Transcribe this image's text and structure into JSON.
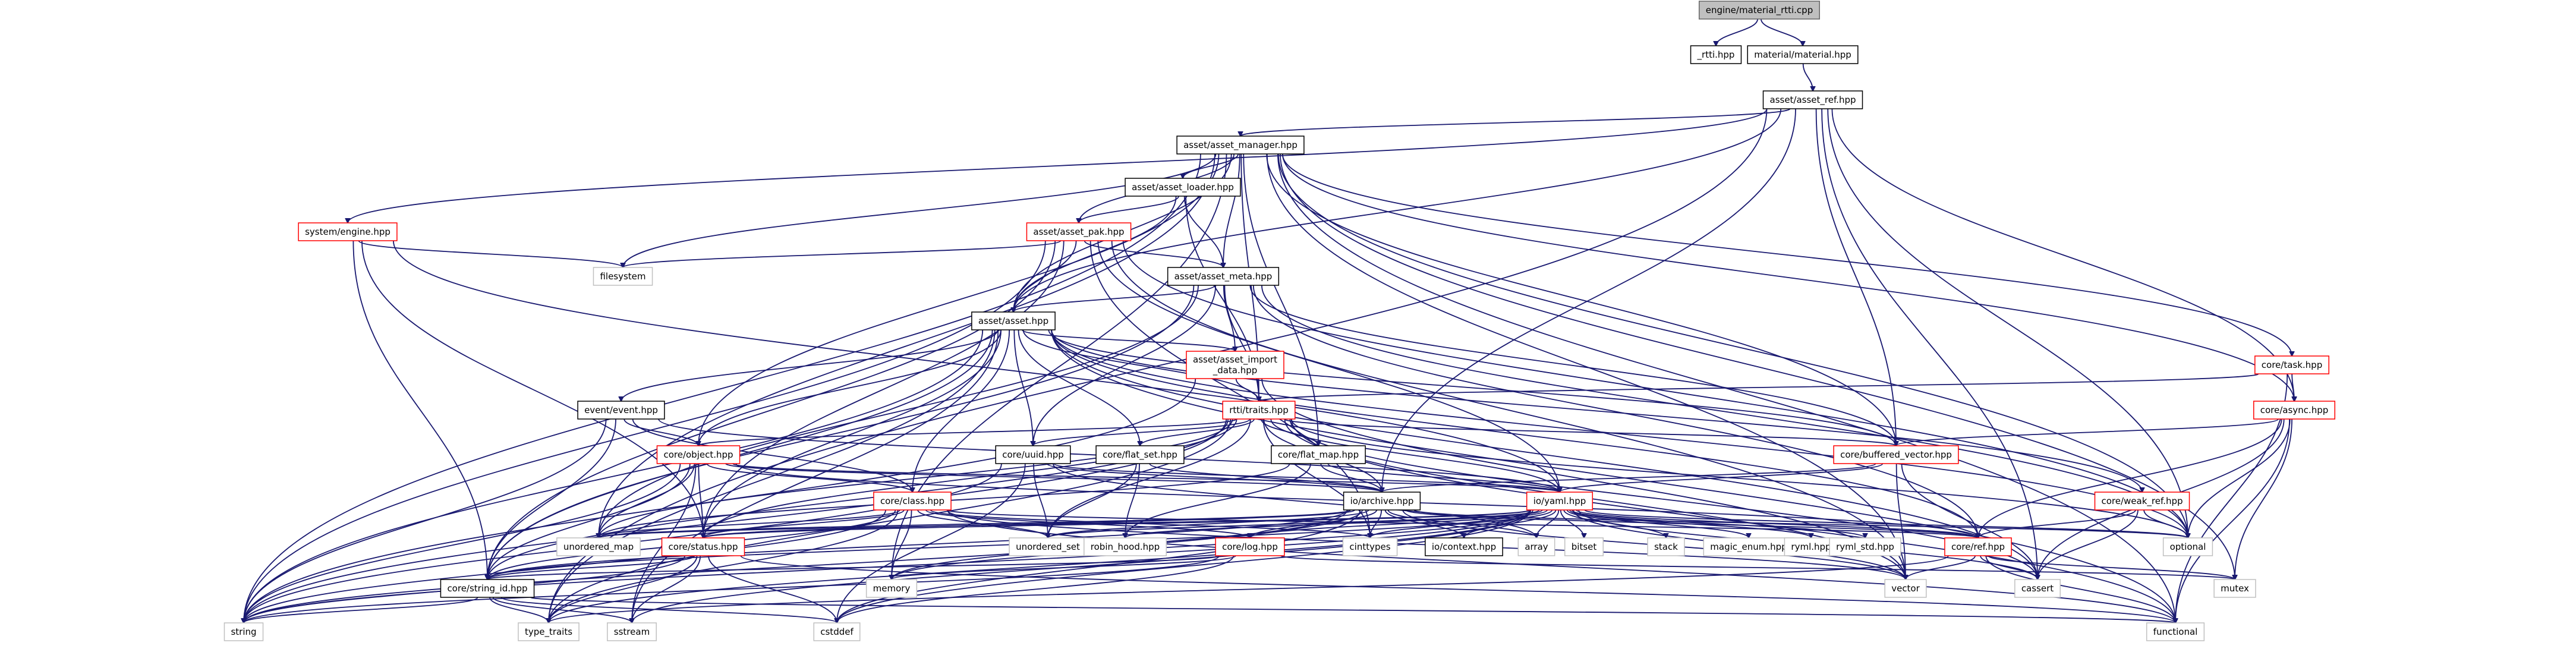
{
  "graph": {
    "colors": {
      "edge": "#191970",
      "root_fill": "#bfbfbf",
      "node_border": "#000000",
      "truncated_border": "#ff0000",
      "background": "#ffffff"
    },
    "nodes": [
      {
        "id": "root",
        "label": "engine/material_rtti.cpp",
        "style": "root"
      },
      {
        "id": "rtti_hpp",
        "label": "_rtti.hpp"
      },
      {
        "id": "material_hpp",
        "label": "material/material.hpp"
      },
      {
        "id": "asset_ref",
        "label": "asset/asset_ref.hpp"
      },
      {
        "id": "asset_manager",
        "label": "asset/asset_manager.hpp"
      },
      {
        "id": "system_engine",
        "label": "system/engine.hpp",
        "style": "truncated"
      },
      {
        "id": "asset_loader",
        "label": "asset/asset_loader.hpp"
      },
      {
        "id": "asset_pak",
        "label": "asset/asset_pak.hpp",
        "style": "truncated"
      },
      {
        "id": "filesystem",
        "label": "filesystem",
        "style": "plain"
      },
      {
        "id": "asset_meta",
        "label": "asset/asset_meta.hpp"
      },
      {
        "id": "asset_hpp",
        "label": "asset/asset.hpp"
      },
      {
        "id": "asset_import_data",
        "label": "asset/asset_import\n_data.hpp",
        "style": "truncated"
      },
      {
        "id": "core_task",
        "label": "core/task.hpp",
        "style": "truncated"
      },
      {
        "id": "core_async",
        "label": "core/async.hpp",
        "style": "truncated"
      },
      {
        "id": "rtti_traits",
        "label": "rtti/traits.hpp",
        "style": "truncated"
      },
      {
        "id": "event_event",
        "label": "event/event.hpp"
      },
      {
        "id": "core_object",
        "label": "core/object.hpp",
        "style": "truncated"
      },
      {
        "id": "core_uuid",
        "label": "core/uuid.hpp"
      },
      {
        "id": "core_flat_set",
        "label": "core/flat_set.hpp"
      },
      {
        "id": "core_flat_map",
        "label": "core/flat_map.hpp"
      },
      {
        "id": "core_buffered_vector",
        "label": "core/buffered_vector.hpp",
        "style": "truncated"
      },
      {
        "id": "core_weak_ref",
        "label": "core/weak_ref.hpp",
        "style": "truncated"
      },
      {
        "id": "core_class",
        "label": "core/class.hpp",
        "style": "truncated"
      },
      {
        "id": "io_archive",
        "label": "io/archive.hpp"
      },
      {
        "id": "io_yaml",
        "label": "io/yaml.hpp",
        "style": "truncated"
      },
      {
        "id": "core_status",
        "label": "core/status.hpp",
        "style": "truncated"
      },
      {
        "id": "core_log",
        "label": "core/log.hpp",
        "style": "truncated"
      },
      {
        "id": "core_ref",
        "label": "core/ref.hpp",
        "style": "truncated"
      },
      {
        "id": "core_string_id",
        "label": "core/string_id.hpp"
      },
      {
        "id": "io_context",
        "label": "io/context.hpp"
      },
      {
        "id": "unordered_map",
        "label": "unordered_map",
        "style": "plain"
      },
      {
        "id": "unordered_set",
        "label": "unordered_set",
        "style": "plain"
      },
      {
        "id": "robin_hood",
        "label": "robin_hood.hpp",
        "style": "plain"
      },
      {
        "id": "cinttypes",
        "label": "cinttypes",
        "style": "plain"
      },
      {
        "id": "array",
        "label": "array",
        "style": "plain"
      },
      {
        "id": "bitset",
        "label": "bitset",
        "style": "plain"
      },
      {
        "id": "stack",
        "label": "stack",
        "style": "plain"
      },
      {
        "id": "magic_enum",
        "label": "magic_enum.hpp",
        "style": "plain"
      },
      {
        "id": "ryml_hpp",
        "label": "ryml.hpp",
        "style": "plain"
      },
      {
        "id": "ryml_std",
        "label": "ryml_std.hpp",
        "style": "plain"
      },
      {
        "id": "optional",
        "label": "optional",
        "style": "plain"
      },
      {
        "id": "memory",
        "label": "memory",
        "style": "plain"
      },
      {
        "id": "vector",
        "label": "vector",
        "style": "plain"
      },
      {
        "id": "cassert",
        "label": "cassert",
        "style": "plain"
      },
      {
        "id": "mutex",
        "label": "mutex",
        "style": "plain"
      },
      {
        "id": "string",
        "label": "string",
        "style": "plain"
      },
      {
        "id": "type_traits",
        "label": "type_traits",
        "style": "plain"
      },
      {
        "id": "sstream",
        "label": "sstream",
        "style": "plain"
      },
      {
        "id": "cstddef",
        "label": "cstddef",
        "style": "plain"
      },
      {
        "id": "functional",
        "label": "functional",
        "style": "plain"
      }
    ],
    "edges": [
      [
        "root",
        "rtti_hpp"
      ],
      [
        "root",
        "material_hpp"
      ],
      [
        "material_hpp",
        "asset_ref"
      ],
      [
        "asset_ref",
        "asset_manager"
      ],
      [
        "asset_ref",
        "system_engine"
      ],
      [
        "asset_ref",
        "asset_hpp"
      ],
      [
        "asset_ref",
        "core_buffered_vector"
      ],
      [
        "asset_ref",
        "core_async"
      ],
      [
        "asset_ref",
        "optional"
      ],
      [
        "asset_ref",
        "cassert"
      ],
      [
        "asset_ref",
        "type_traits"
      ],
      [
        "asset_ref",
        "io_archive"
      ],
      [
        "asset_manager",
        "asset_loader"
      ],
      [
        "asset_manager",
        "asset_pak"
      ],
      [
        "asset_manager",
        "asset_meta"
      ],
      [
        "asset_manager",
        "asset_hpp"
      ],
      [
        "asset_manager",
        "filesystem"
      ],
      [
        "asset_manager",
        "core_task"
      ],
      [
        "asset_manager",
        "core_async"
      ],
      [
        "asset_manager",
        "core_buffered_vector"
      ],
      [
        "asset_manager",
        "rtti_traits"
      ],
      [
        "asset_manager",
        "core_object"
      ],
      [
        "asset_manager",
        "core_flat_map"
      ],
      [
        "asset_manager",
        "functional"
      ],
      [
        "asset_manager",
        "vector"
      ],
      [
        "asset_manager",
        "optional"
      ],
      [
        "asset_manager",
        "unordered_map"
      ],
      [
        "asset_manager",
        "memory"
      ],
      [
        "asset_manager",
        "string"
      ],
      [
        "asset_manager",
        "mutex"
      ],
      [
        "system_engine",
        "filesystem"
      ],
      [
        "system_engine",
        "core_status"
      ],
      [
        "system_engine",
        "io_yaml"
      ],
      [
        "system_engine",
        "core_string_id"
      ],
      [
        "asset_loader",
        "asset_pak"
      ],
      [
        "asset_loader",
        "asset_meta"
      ],
      [
        "asset_loader",
        "asset_hpp"
      ],
      [
        "asset_loader",
        "rtti_traits"
      ],
      [
        "asset_pak",
        "asset_meta"
      ],
      [
        "asset_pak",
        "asset_hpp"
      ],
      [
        "asset_pak",
        "filesystem"
      ],
      [
        "asset_pak",
        "io_yaml"
      ],
      [
        "asset_pak",
        "core_status"
      ],
      [
        "asset_pak",
        "string"
      ],
      [
        "asset_pak",
        "vector"
      ],
      [
        "asset_pak",
        "core_string_id"
      ],
      [
        "asset_pak",
        "optional"
      ],
      [
        "asset_pak",
        "cinttypes"
      ],
      [
        "asset_meta",
        "asset_hpp"
      ],
      [
        "asset_meta",
        "asset_import_data"
      ],
      [
        "asset_meta",
        "rtti_traits"
      ],
      [
        "asset_meta",
        "core_uuid"
      ],
      [
        "asset_meta",
        "core_buffered_vector"
      ],
      [
        "asset_meta",
        "optional"
      ],
      [
        "asset_meta",
        "core_ref"
      ],
      [
        "asset_meta",
        "core_string_id"
      ],
      [
        "asset_meta",
        "unordered_map"
      ],
      [
        "asset_hpp",
        "asset_import_data"
      ],
      [
        "asset_hpp",
        "event_event"
      ],
      [
        "asset_hpp",
        "core_object"
      ],
      [
        "asset_hpp",
        "core_uuid"
      ],
      [
        "asset_hpp",
        "core_flat_set"
      ],
      [
        "asset_hpp",
        "core_class"
      ],
      [
        "asset_hpp",
        "rtti_traits"
      ],
      [
        "asset_hpp",
        "core_weak_ref"
      ],
      [
        "asset_hpp",
        "core_buffered_vector"
      ],
      [
        "asset_hpp",
        "core_status"
      ],
      [
        "asset_hpp",
        "core_string_id"
      ],
      [
        "asset_hpp",
        "string"
      ],
      [
        "asset_hpp",
        "sstream"
      ],
      [
        "asset_hpp",
        "functional"
      ],
      [
        "asset_hpp",
        "optional"
      ],
      [
        "asset_hpp",
        "cassert"
      ],
      [
        "asset_hpp",
        "type_traits"
      ],
      [
        "asset_hpp",
        "core_ref"
      ],
      [
        "asset_import_data",
        "rtti_traits"
      ],
      [
        "asset_import_data",
        "string"
      ],
      [
        "asset_import_data",
        "vector"
      ],
      [
        "core_task",
        "core_async"
      ],
      [
        "core_task",
        "rtti_traits"
      ],
      [
        "core_task",
        "functional"
      ],
      [
        "core_async",
        "core_buffered_vector"
      ],
      [
        "core_async",
        "core_ref"
      ],
      [
        "core_async",
        "optional"
      ],
      [
        "core_async",
        "mutex"
      ],
      [
        "core_async",
        "cassert"
      ],
      [
        "core_async",
        "functional"
      ],
      [
        "rtti_traits",
        "core_uuid"
      ],
      [
        "rtti_traits",
        "core_flat_set"
      ],
      [
        "rtti_traits",
        "core_flat_map"
      ],
      [
        "rtti_traits",
        "core_buffered_vector"
      ],
      [
        "rtti_traits",
        "io_archive"
      ],
      [
        "rtti_traits",
        "io_yaml"
      ],
      [
        "rtti_traits",
        "core_object"
      ],
      [
        "rtti_traits",
        "core_status"
      ],
      [
        "rtti_traits",
        "core_string_id"
      ],
      [
        "rtti_traits",
        "unordered_map"
      ],
      [
        "rtti_traits",
        "unordered_set"
      ],
      [
        "rtti_traits",
        "cinttypes"
      ],
      [
        "rtti_traits",
        "vector"
      ],
      [
        "rtti_traits",
        "type_traits"
      ],
      [
        "rtti_traits",
        "string"
      ],
      [
        "rtti_traits",
        "optional"
      ],
      [
        "rtti_traits",
        "cassert"
      ],
      [
        "rtti_traits",
        "functional"
      ],
      [
        "event_event",
        "core_object"
      ],
      [
        "event_event",
        "core_class"
      ],
      [
        "event_event",
        "core_string_id"
      ],
      [
        "event_event",
        "string"
      ],
      [
        "event_event",
        "io_yaml"
      ],
      [
        "core_object",
        "core_class"
      ],
      [
        "core_object",
        "core_status"
      ],
      [
        "core_object",
        "core_string_id"
      ],
      [
        "core_object",
        "io_archive"
      ],
      [
        "core_object",
        "io_yaml"
      ],
      [
        "core_object",
        "unordered_map"
      ],
      [
        "core_object",
        "core_ref"
      ],
      [
        "core_object",
        "string"
      ],
      [
        "core_object",
        "sstream"
      ],
      [
        "core_uuid",
        "io_archive"
      ],
      [
        "core_uuid",
        "io_yaml"
      ],
      [
        "core_uuid",
        "cstddef"
      ],
      [
        "core_uuid",
        "string"
      ],
      [
        "core_uuid",
        "unordered_set"
      ],
      [
        "core_uuid",
        "array"
      ],
      [
        "core_flat_set",
        "robin_hood"
      ],
      [
        "core_flat_set",
        "io_archive"
      ],
      [
        "core_flat_set",
        "unordered_set"
      ],
      [
        "core_flat_map",
        "robin_hood"
      ],
      [
        "core_flat_map",
        "io_archive"
      ],
      [
        "core_flat_map",
        "io_yaml"
      ],
      [
        "core_flat_map",
        "unordered_map"
      ],
      [
        "core_buffered_vector",
        "io_archive"
      ],
      [
        "core_buffered_vector",
        "io_yaml"
      ],
      [
        "core_buffered_vector",
        "vector"
      ],
      [
        "core_buffered_vector",
        "cassert"
      ],
      [
        "core_weak_ref",
        "core_ref"
      ],
      [
        "core_weak_ref",
        "optional"
      ],
      [
        "core_weak_ref",
        "cassert"
      ],
      [
        "core_class",
        "core_status"
      ],
      [
        "core_class",
        "core_string_id"
      ],
      [
        "core_class",
        "unordered_map"
      ],
      [
        "core_class",
        "unordered_set"
      ],
      [
        "core_class",
        "cinttypes"
      ],
      [
        "core_class",
        "vector"
      ],
      [
        "core_class",
        "memory"
      ],
      [
        "core_class",
        "string"
      ],
      [
        "core_class",
        "type_traits"
      ],
      [
        "core_class",
        "core_log"
      ],
      [
        "core_class",
        "core_ref"
      ],
      [
        "core_class",
        "functional"
      ],
      [
        "io_archive",
        "core_log"
      ],
      [
        "io_archive",
        "core_status"
      ],
      [
        "io_archive",
        "io_context"
      ],
      [
        "io_archive",
        "core_ref"
      ],
      [
        "io_archive",
        "unordered_map"
      ],
      [
        "io_archive",
        "unordered_set"
      ],
      [
        "io_archive",
        "cinttypes"
      ],
      [
        "io_archive",
        "array"
      ],
      [
        "io_archive",
        "vector"
      ],
      [
        "io_archive",
        "string"
      ],
      [
        "io_archive",
        "optional"
      ],
      [
        "io_archive",
        "memory"
      ],
      [
        "io_archive",
        "cstddef"
      ],
      [
        "io_archive",
        "core_string_id"
      ],
      [
        "io_yaml",
        "io_context"
      ],
      [
        "io_yaml",
        "core_log"
      ],
      [
        "io_yaml",
        "core_status"
      ],
      [
        "io_yaml",
        "core_ref"
      ],
      [
        "io_yaml",
        "core_string_id"
      ],
      [
        "io_yaml",
        "unordered_map"
      ],
      [
        "io_yaml",
        "unordered_set"
      ],
      [
        "io_yaml",
        "robin_hood"
      ],
      [
        "io_yaml",
        "cinttypes"
      ],
      [
        "io_yaml",
        "array"
      ],
      [
        "io_yaml",
        "bitset"
      ],
      [
        "io_yaml",
        "stack"
      ],
      [
        "io_yaml",
        "magic_enum"
      ],
      [
        "io_yaml",
        "ryml_hpp"
      ],
      [
        "io_yaml",
        "ryml_std"
      ],
      [
        "io_yaml",
        "optional"
      ],
      [
        "io_yaml",
        "vector"
      ],
      [
        "io_yaml",
        "memory"
      ],
      [
        "io_yaml",
        "string"
      ],
      [
        "io_yaml",
        "cstddef"
      ],
      [
        "io_yaml",
        "sstream"
      ],
      [
        "io_yaml",
        "type_traits"
      ],
      [
        "io_yaml",
        "cassert"
      ],
      [
        "core_status",
        "core_string_id"
      ],
      [
        "core_status",
        "string"
      ],
      [
        "core_status",
        "sstream"
      ],
      [
        "core_status",
        "type_traits"
      ],
      [
        "core_status",
        "cstddef"
      ],
      [
        "core_status",
        "functional"
      ],
      [
        "core_log",
        "core_string_id"
      ],
      [
        "core_log",
        "string"
      ],
      [
        "core_log",
        "mutex"
      ],
      [
        "core_log",
        "memory"
      ],
      [
        "core_log",
        "cstddef"
      ],
      [
        "core_ref",
        "cassert"
      ],
      [
        "core_ref",
        "vector"
      ],
      [
        "core_ref",
        "type_traits"
      ],
      [
        "core_ref",
        "functional"
      ],
      [
        "core_ref",
        "mutex"
      ],
      [
        "core_string_id",
        "string"
      ],
      [
        "core_string_id",
        "type_traits"
      ],
      [
        "core_string_id",
        "functional"
      ],
      [
        "core_string_id",
        "cstddef"
      ],
      [
        "core_string_id",
        "sstream"
      ]
    ]
  }
}
